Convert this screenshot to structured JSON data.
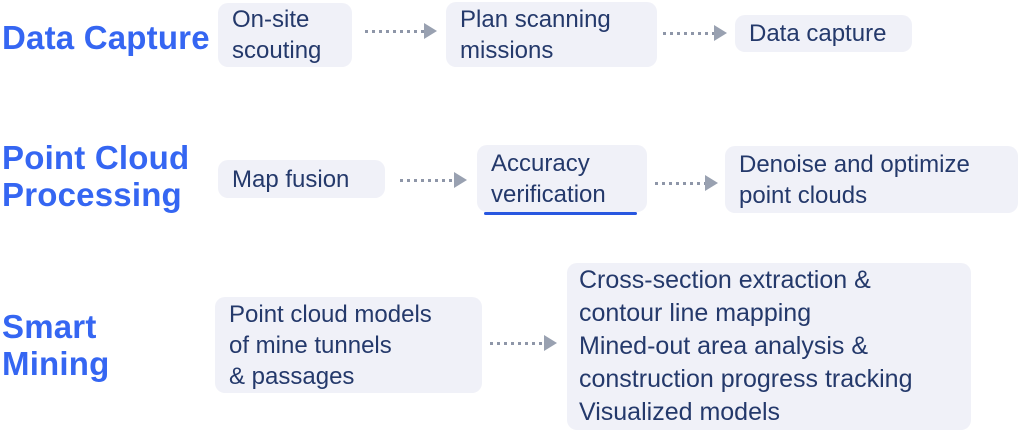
{
  "diagram": {
    "rows": [
      {
        "label": "Data Capture",
        "steps": [
          {
            "text": "On-site\nscouting"
          },
          {
            "text": "Plan scanning\nmissions"
          },
          {
            "text": "Data capture"
          }
        ]
      },
      {
        "label": "Point Cloud\nProcessing",
        "steps": [
          {
            "text": "Map fusion"
          },
          {
            "text": "Accuracy\nverification"
          },
          {
            "text": "Denoise and optimize\npoint clouds"
          }
        ]
      },
      {
        "label": "Smart\nMining",
        "steps": [
          {
            "text": "Point cloud models\nof mine tunnels\n& passages"
          },
          {
            "text": "Cross-section extraction &\ncontour line mapping\nMined-out area analysis &\nconstruction progress tracking\nVisualized models"
          }
        ]
      }
    ],
    "colors": {
      "label_blue": "#3566f2",
      "box_background": "#f0f1f8",
      "box_text_navy": "#24396b",
      "arrow_gray": "#8e96a8",
      "arrowhead_gray": "#99a1b1",
      "underline_blue": "#2857e0"
    }
  }
}
